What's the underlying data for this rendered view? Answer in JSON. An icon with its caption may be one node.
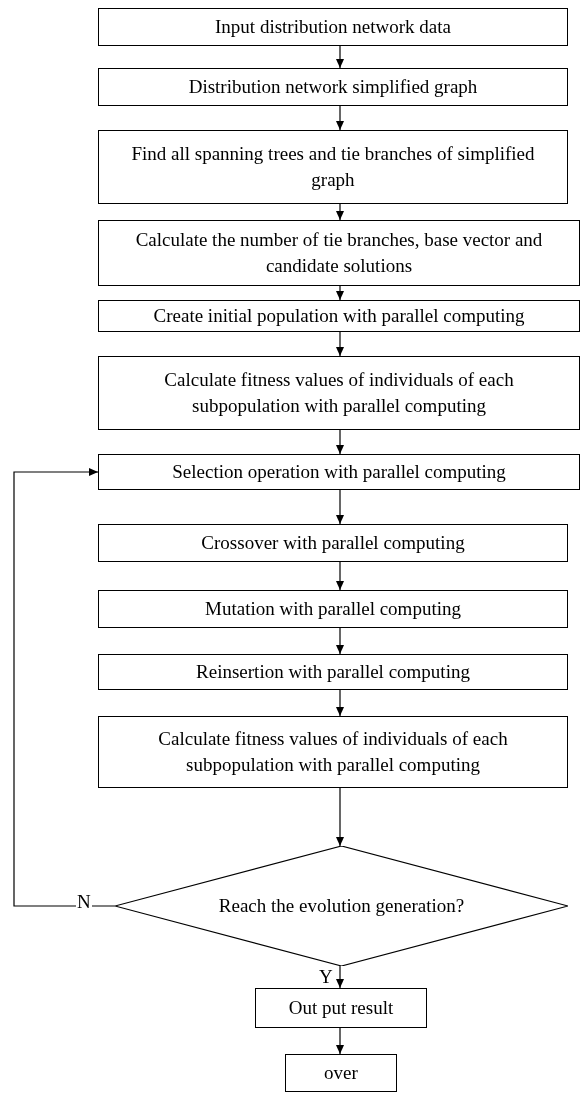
{
  "diagram": {
    "nodes": [
      {
        "text": [
          "Input distribution network data"
        ]
      },
      {
        "text": [
          "Distribution network simplified graph"
        ]
      },
      {
        "text": [
          "Find  all spanning trees and tie  branches of simplified graph"
        ]
      },
      {
        "text": [
          "Calculate the number of tie branches, base vector and candidate solutions"
        ]
      },
      {
        "text": [
          "Create initial population with parallel computing"
        ]
      },
      {
        "text": [
          "Calculate fitness values of individuals of each subpopulation with parallel computing"
        ]
      },
      {
        "text": [
          "Selection operation with parallel computing"
        ]
      },
      {
        "text": [
          "Crossover with parallel computing"
        ]
      },
      {
        "text": [
          "Mutation with parallel computing"
        ]
      },
      {
        "text": [
          "Reinsertion with parallel computing"
        ]
      },
      {
        "text": [
          "Calculate fitness values of individuals of each subpopulation with parallel computing"
        ]
      },
      {
        "text": [
          "Reach the evolution generation?"
        ]
      },
      {
        "text": [
          "Out put result"
        ]
      },
      {
        "text": [
          "over"
        ]
      }
    ],
    "edges": [
      {
        "from": 0,
        "to": 1,
        "arrow": "to"
      },
      {
        "from": 1,
        "to": 2,
        "arrow": "to"
      },
      {
        "from": 2,
        "to": 3,
        "arrow": "to"
      },
      {
        "from": 3,
        "to": 4,
        "arrow": "to"
      },
      {
        "from": 4,
        "to": 5,
        "arrow": "to"
      },
      {
        "from": 5,
        "to": 6,
        "arrow": "to"
      },
      {
        "from": 6,
        "to": 7,
        "arrow": "to"
      },
      {
        "from": 7,
        "to": 8,
        "arrow": "to"
      },
      {
        "from": 8,
        "to": 9,
        "arrow": "to"
      },
      {
        "from": 9,
        "to": 10,
        "arrow": "to"
      },
      {
        "from": 10,
        "to": 11,
        "arrow": "to"
      },
      {
        "from": 11,
        "to": 12,
        "arrow": "to",
        "label": "Y"
      },
      {
        "from": 11,
        "to": 6,
        "arrow": "to",
        "label": "N"
      },
      {
        "from": 12,
        "to": 13,
        "arrow": "to"
      }
    ]
  }
}
